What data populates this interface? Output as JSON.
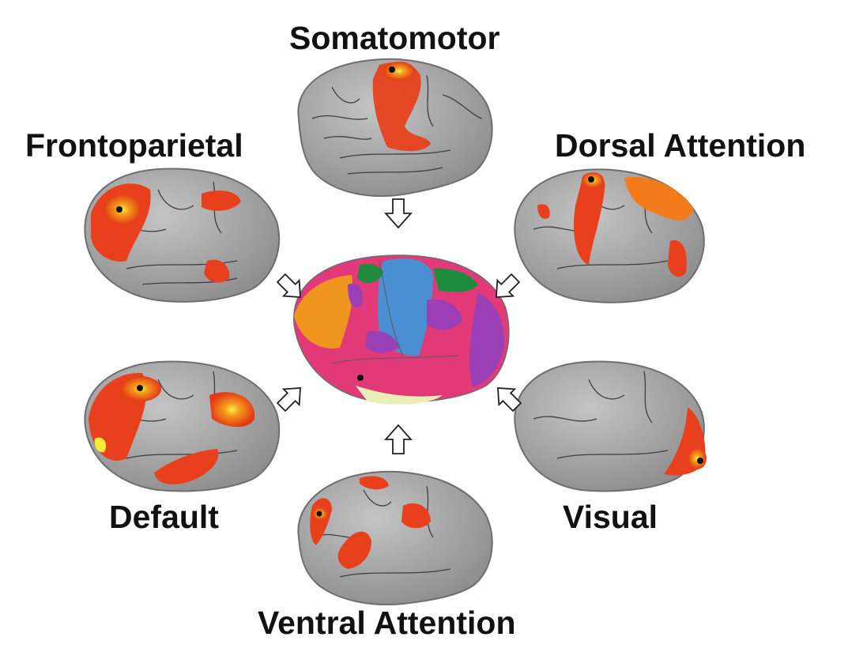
{
  "networks": {
    "somatomotor": "Somatomotor",
    "frontoparietal": "Frontoparietal",
    "dorsal_attention": "Dorsal Attention",
    "default": "Default",
    "visual": "Visual",
    "ventral_attention": "Ventral Attention"
  },
  "colors": {
    "cortex": "#a9a9a9",
    "activation_red": "#e8401c",
    "activation_orange": "#f47a1a",
    "activation_yellow": "#f3ec3a",
    "parcel_blue": "#4a8fd1",
    "parcel_green": "#1e8c3c",
    "parcel_purple": "#9a3fb5",
    "parcel_pink": "#e23a78",
    "parcel_orange": "#f0961e",
    "parcel_cream": "#e9edb6"
  }
}
